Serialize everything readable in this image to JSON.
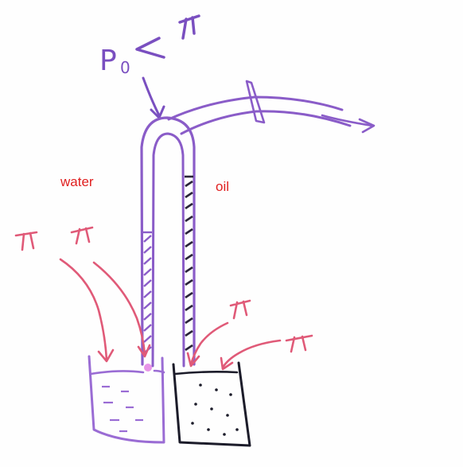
{
  "labels": {
    "water": "water",
    "oil": "oil",
    "pressure_symbol": "P",
    "pressure_subscript": "0"
  },
  "colors": {
    "tube": "#8a5cc8",
    "oil_container": "#1c1c2a",
    "annotation": "#e05a78",
    "label_text": "#e02020",
    "background": "#fefefe"
  },
  "icons": {
    "pi_glyph": "π"
  }
}
